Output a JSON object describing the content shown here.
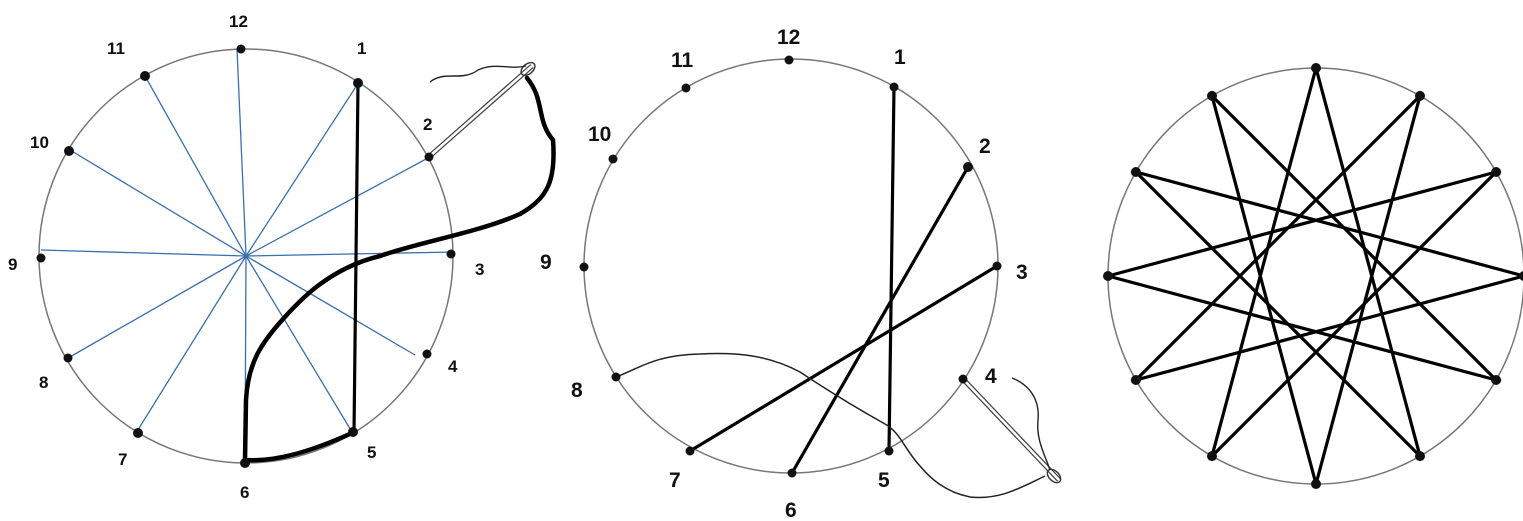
{
  "panels": [
    {
      "id": "panel-1",
      "numbers": [
        "1",
        "2",
        "3",
        "4",
        "5",
        "6",
        "7",
        "8",
        "9",
        "10",
        "11",
        "12"
      ]
    },
    {
      "id": "panel-2",
      "numbers": [
        "1",
        "2",
        "3",
        "4",
        "5",
        "6",
        "7",
        "8",
        "9",
        "10",
        "11",
        "12"
      ]
    },
    {
      "id": "panel-3",
      "numbers": []
    }
  ],
  "colors": {
    "circle": "#777777",
    "thread": "#000000",
    "guide_lines": "#3a6fb0"
  }
}
